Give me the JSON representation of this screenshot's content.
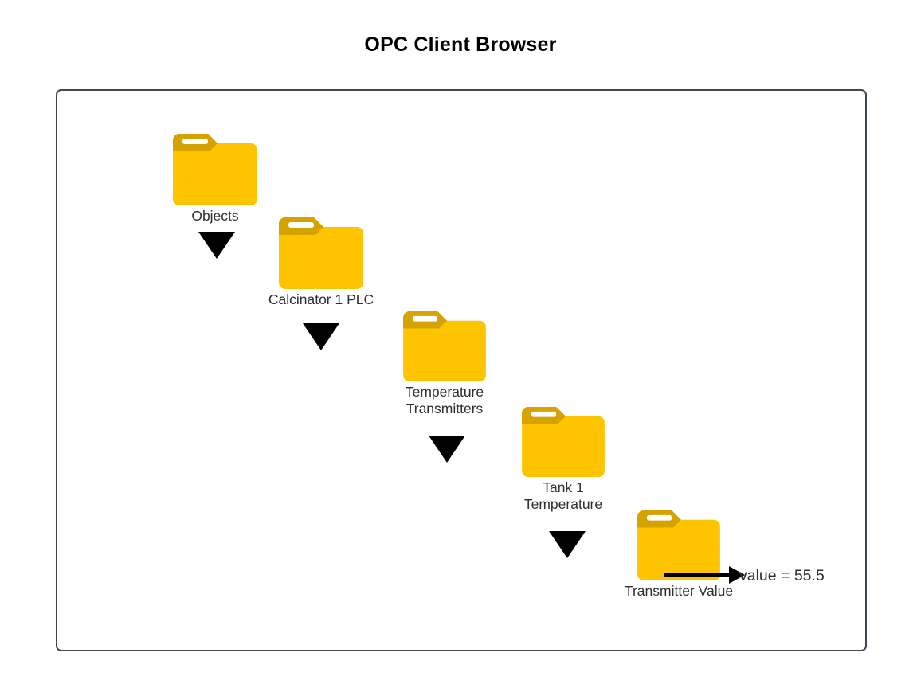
{
  "page": {
    "title": "OPC Client Browser",
    "background_color": "#ffffff",
    "frame_border_color": "#3d4854"
  },
  "colors": {
    "folder_body": "#ffc400",
    "folder_tab": "#d6a200",
    "folder_slot": "#ffffff",
    "arrow": "#000000",
    "label_text": "#2f2f2f",
    "title_text": "#000000"
  },
  "tree": {
    "nodes": [
      {
        "id": "objects",
        "icon": "folder-icon",
        "label": "Objects"
      },
      {
        "id": "plc",
        "icon": "folder-icon",
        "label": "Calcinator 1 PLC"
      },
      {
        "id": "temptx",
        "icon": "folder-icon",
        "label": "Temperature\nTransmitters"
      },
      {
        "id": "tank1",
        "icon": "folder-icon",
        "label": "Tank 1\nTemperature"
      },
      {
        "id": "txvalue",
        "icon": "folder-icon",
        "label": "Transmitter Value"
      }
    ],
    "connectors": [
      {
        "id": "arrow-1",
        "icon": "triangle-down-icon",
        "from": "objects",
        "to": "plc"
      },
      {
        "id": "arrow-2",
        "icon": "triangle-down-icon",
        "from": "plc",
        "to": "temptx"
      },
      {
        "id": "arrow-3",
        "icon": "triangle-down-icon",
        "from": "temptx",
        "to": "tank1"
      },
      {
        "id": "arrow-4",
        "icon": "triangle-down-icon",
        "from": "tank1",
        "to": "txvalue"
      }
    ]
  },
  "value_annotation": {
    "icon": "arrow-right-icon",
    "text": "value = 55.5",
    "variable": "value",
    "value": "55.5"
  }
}
